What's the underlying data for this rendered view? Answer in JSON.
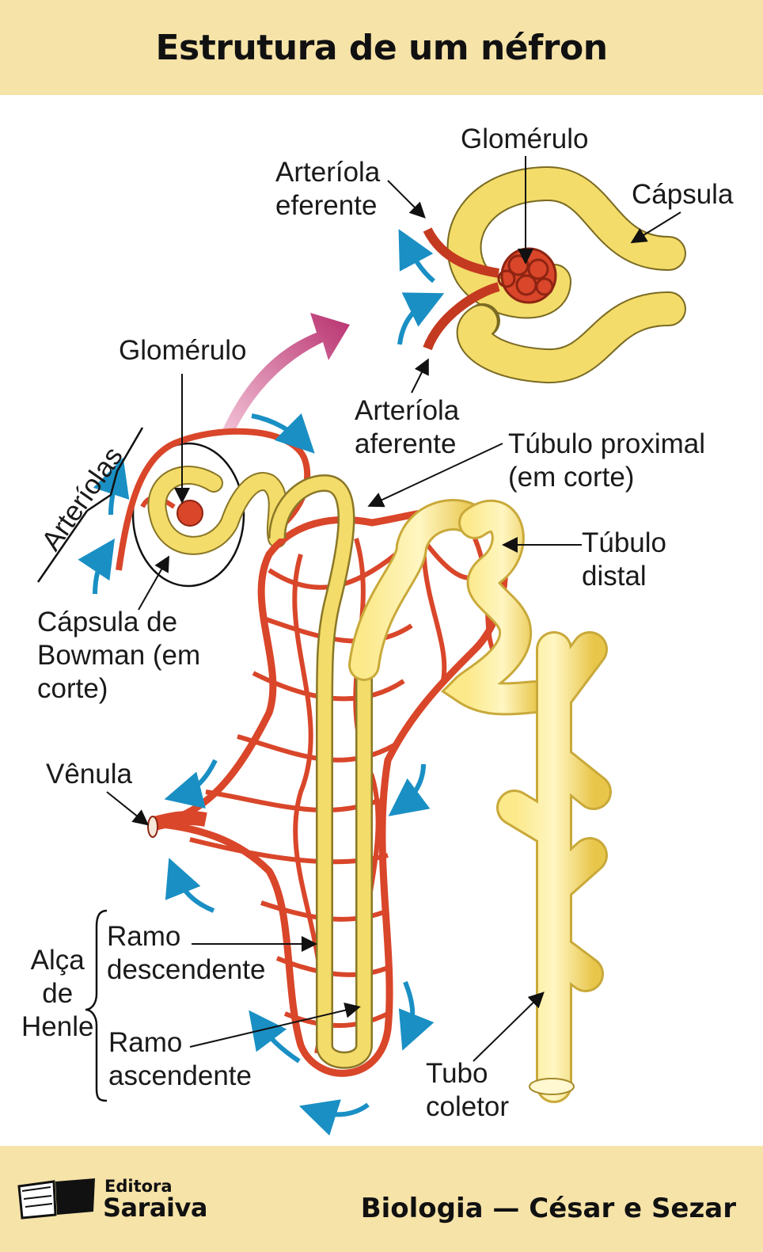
{
  "title": "Estrutura de um néfron",
  "labels": {
    "glomerulo_top": "Glomérulo",
    "arteriola_eferente_1": "Arteríola",
    "arteriola_eferente_2": "eferente",
    "capsula": "Cápsula",
    "arteriola_aferente_1": "Arteríola",
    "arteriola_aferente_2": "aferente",
    "glomerulo_left": "Glomérulo",
    "arteriolas": "Arteríolas",
    "tubulo_proximal_1": "Túbulo proximal",
    "tubulo_proximal_2": "(em corte)",
    "tubulo_distal_1": "Túbulo",
    "tubulo_distal_2": "distal",
    "capsula_bowman_1": "Cápsula de",
    "capsula_bowman_2": "Bowman (em",
    "capsula_bowman_3": "corte)",
    "venula": "Vênula",
    "ramo_descendente_1": "Ramo",
    "ramo_descendente_2": "descendente",
    "alca_1": "Alça",
    "alca_2": "de",
    "alca_3": "Henle",
    "ramo_ascendente_1": "Ramo",
    "ramo_ascendente_2": "ascendente",
    "tubo_coletor_1": "Tubo",
    "tubo_coletor_2": "coletor"
  },
  "footer": {
    "brand_top": "Editora",
    "brand_main": "Saraiva",
    "credit": "Biologia — César e Sezar"
  },
  "colors": {
    "header_bg": "#f6e3a8",
    "vessel": "#d9462a",
    "tubule": "#f3dc6a",
    "flow_arrow": "#1a8fc4",
    "big_arrow": "#b8316f"
  }
}
